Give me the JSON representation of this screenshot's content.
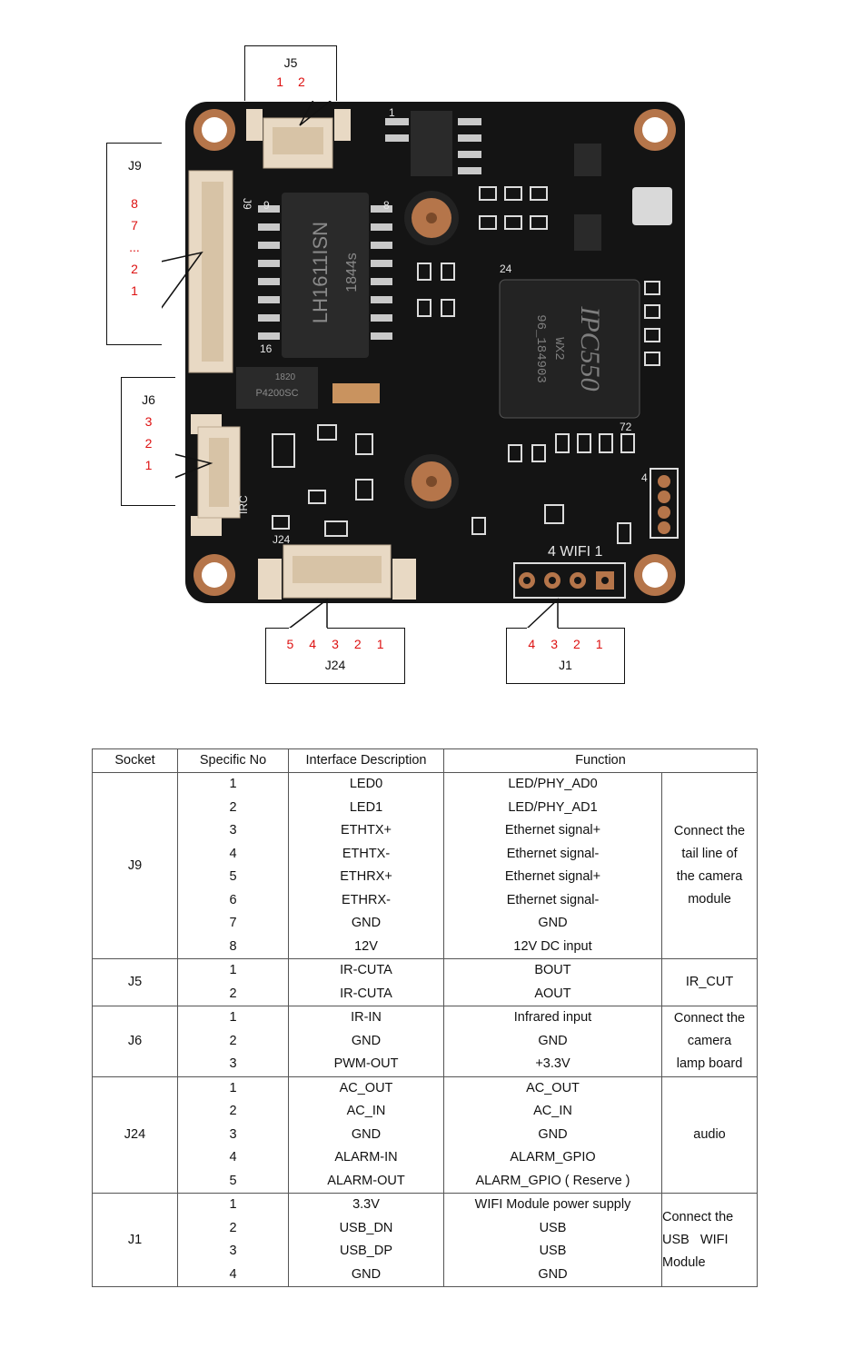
{
  "callouts": {
    "j5": {
      "title": "J5",
      "pins": [
        "1",
        "2"
      ]
    },
    "j9": {
      "title": "J9",
      "pins": [
        "8",
        "7",
        "...",
        "2",
        "1"
      ]
    },
    "j6": {
      "title": "J6",
      "pins": [
        "3",
        "2",
        "1"
      ]
    },
    "j24": {
      "title": "J24",
      "pins": [
        "5",
        "4",
        "3",
        "2",
        "1"
      ]
    },
    "j1": {
      "title": "J1",
      "pins": [
        "4",
        "3",
        "2",
        "1"
      ]
    }
  },
  "board": {
    "chip_main": "IPC550",
    "chip_main_sub": "WX2",
    "chip_main_code": "96_184903",
    "chip_eth": "LH1611ISN",
    "chip_eth_code": "1844s",
    "diode": "P4200SC",
    "diode_code": "1820",
    "label_wifi": "4 WIFI 1",
    "label_j24": "J24",
    "label_j9": "J9",
    "label_irc": "IRC",
    "label_8": "8",
    "label_9": "9",
    "label_16": "16",
    "label_24": "24",
    "label_72": "72",
    "label_4": "4",
    "label_1": "1"
  },
  "table": {
    "headers": [
      "Socket",
      "Specific No",
      "Interface Description",
      "Function"
    ],
    "groups": [
      {
        "socket": "J9",
        "note": [
          "Connect the",
          "tail line of",
          "the camera",
          "module"
        ],
        "rows": [
          [
            "1",
            "LED0",
            "LED/PHY_AD0"
          ],
          [
            "2",
            "LED1",
            "LED/PHY_AD1"
          ],
          [
            "3",
            "ETHTX+",
            "Ethernet signal+"
          ],
          [
            "4",
            "ETHTX-",
            "Ethernet signal-"
          ],
          [
            "5",
            "ETHRX+",
            "Ethernet signal+"
          ],
          [
            "6",
            "ETHRX-",
            "Ethernet signal-"
          ],
          [
            "7",
            "GND",
            "GND"
          ],
          [
            "8",
            "12V",
            "12V DC input"
          ]
        ]
      },
      {
        "socket": "J5",
        "note": [
          "IR_CUT"
        ],
        "rows": [
          [
            "1",
            "IR-CUTA",
            "BOUT"
          ],
          [
            "2",
            "IR-CUTA",
            "AOUT"
          ]
        ]
      },
      {
        "socket": "J6",
        "note": [
          "Connect the",
          "camera",
          "lamp board"
        ],
        "rows": [
          [
            "1",
            "IR-IN",
            "Infrared input"
          ],
          [
            "2",
            "GND",
            "GND"
          ],
          [
            "3",
            "PWM-OUT",
            "+3.3V"
          ]
        ]
      },
      {
        "socket": "J24",
        "note": [
          "audio"
        ],
        "rows": [
          [
            "1",
            "AC_OUT",
            "AC_OUT"
          ],
          [
            "2",
            "AC_IN",
            "AC_IN"
          ],
          [
            "3",
            "GND",
            "GND"
          ],
          [
            "4",
            "ALARM-IN",
            "ALARM_GPIO"
          ],
          [
            "5",
            "ALARM-OUT",
            "ALARM_GPIO ( Reserve )"
          ]
        ]
      },
      {
        "socket": "J1",
        "note": [
          "Connect the",
          "USB   WIFI",
          "Module"
        ],
        "rows": [
          [
            "1",
            "3.3V",
            "WIFI Module power supply"
          ],
          [
            "2",
            "USB_DN",
            "USB"
          ],
          [
            "3",
            "USB_DP",
            "USB"
          ],
          [
            "4",
            "GND",
            "GND"
          ]
        ]
      }
    ]
  },
  "colors": {
    "pcb": "#141414",
    "pad": "#b5754a",
    "connector": "#e8d9c4",
    "pin_label": "#dd1111"
  }
}
